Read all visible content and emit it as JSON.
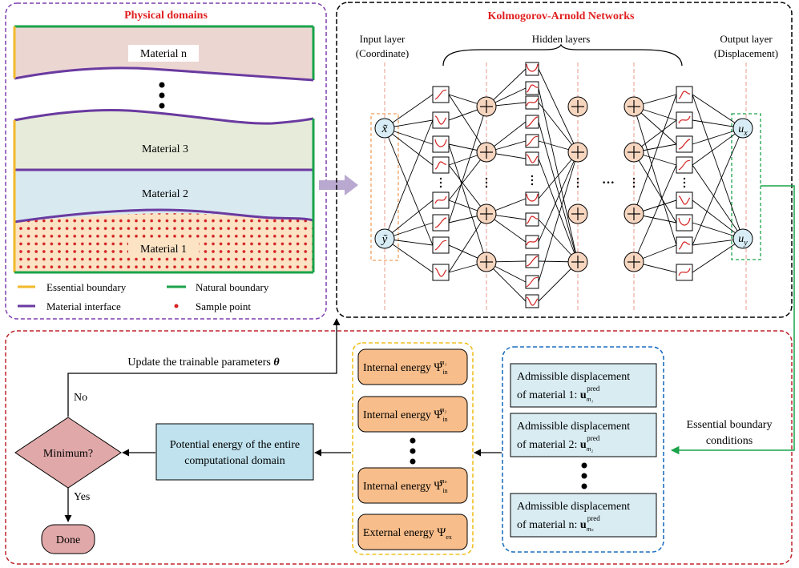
{
  "physical": {
    "title": "Physical domains",
    "materials": {
      "n": "Material n",
      "m3": "Material 3",
      "m2": "Material 2",
      "m1": "Material 1"
    },
    "legend": {
      "essential": "Essential boundary",
      "natural": "Natural boundary",
      "interface": "Material interface",
      "sample": "Sample point"
    }
  },
  "kan": {
    "title": "Kolmogorov-Arnold Networks",
    "input_layer": "Input layer",
    "input_sub": "(Coordinate)",
    "hidden_layers": "Hidden layers",
    "output_layer": "Output layer",
    "output_sub": "(Displacement)",
    "x_var": "x̃",
    "y_var": "ỹ",
    "ux_base": "u",
    "ux_sub": "x",
    "uy_base": "u",
    "uy_sub": "y",
    "ellipsis": "···"
  },
  "flow": {
    "update_text": "Update the trainable parameters ",
    "theta": "θ",
    "no": "No",
    "yes": "Yes",
    "minimum": "Minimum?",
    "done": "Done",
    "potential_line1": "Potential energy of the entire",
    "potential_line2": "computational domain",
    "essential_bc_line1": "Essential boundary",
    "essential_bc_line2": "conditions"
  },
  "energies": {
    "internal_label": "Internal energy ",
    "psi": "Ψ",
    "sub_in": "in",
    "sup": [
      "m₁",
      "m₂",
      "mₙ"
    ],
    "external_label": "External energy ",
    "sub_ex": "ex"
  },
  "admissible": {
    "line1": "Admissible displacement",
    "items": [
      "of material 1: ",
      "of material 2: ",
      "of material n: "
    ],
    "u": "u",
    "pred": "pred",
    "subs": [
      "m₁",
      "m₂",
      "mₙ"
    ]
  },
  "colors": {
    "purple_box": "#7d3fb0",
    "black_box": "#000000",
    "red_box": "#c0232c",
    "yellow_box": "#f0c020",
    "blue_box": "#1f6fbf",
    "green_line": "#1aa34a",
    "essential_line": "#f2b92a",
    "natural_line": "#1aa34a",
    "interface_line": "#6a3aa0",
    "sample_dot": "#d42222",
    "material_n": "#ecd6d2",
    "material_3": "#e6ecd9",
    "material_2": "#d8eaf0",
    "material_1": "#fbe3c4",
    "node_blue": "#d8ecf5",
    "node_orange": "#f7d6c0",
    "energy_box": "#f7bd8a",
    "adm_box": "#d8ecf2",
    "decision": "#e0a8a8",
    "potential_box": "#bfe2ee",
    "arrow_gray": "#b9a8d0",
    "dash_pink": "#e79a8a"
  }
}
